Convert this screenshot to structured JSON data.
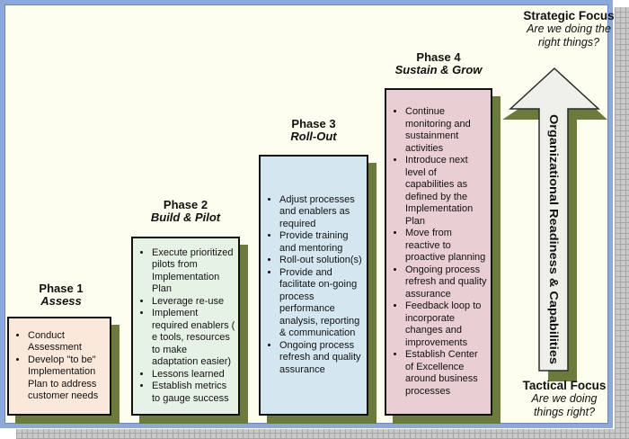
{
  "diagram": {
    "phases": [
      {
        "title": "Phase 1",
        "subtitle": "Assess",
        "fill": "#fae8db",
        "bullets": [
          "Conduct Assessment",
          "Develop \"to be\" Implementation Plan to address customer needs"
        ]
      },
      {
        "title": "Phase 2",
        "subtitle": "Build & Pilot",
        "fill": "#e7f2e7",
        "bullets": [
          "Execute prioritized pilots from Implementation Plan",
          "Leverage re-use",
          "Implement required enablers ( e tools, resources to make adaptation easier)",
          "Lessons learned",
          "Establish metrics to gauge success"
        ]
      },
      {
        "title": "Phase 3",
        "subtitle": "Roll-Out",
        "fill": "#d4e7f0",
        "bullets": [
          "Adjust processes and enablers as required",
          "Provide training and mentoring",
          "Roll-out solution(s)",
          "Provide and facilitate on-going process performance analysis, reporting & communication",
          "Ongoing process refresh and quality assurance"
        ]
      },
      {
        "title": "Phase 4",
        "subtitle": "Sustain & Grow",
        "fill": "#e9cfd3",
        "bullets": [
          "Continue monitoring and sustainment activities",
          "Introduce next level of capabilities as defined by the Implementation Plan",
          "Move from reactive to proactive planning",
          "Ongoing process refresh and quality assurance",
          "Feedback loop to incorporate changes and improvements",
          "Establish Center of Excellence around business processes"
        ]
      }
    ],
    "strategic_focus": {
      "title": "Strategic Focus",
      "line1": "Are we doing the",
      "line2": "right things?"
    },
    "tactical_focus": {
      "title": "Tactical Focus",
      "line1": "Are we doing",
      "line2": "things right?"
    },
    "arrow_label": "Organizational Readiness & Capabilities",
    "colors": {
      "background_cream": "#fdfeef",
      "frame_blue": "#8ea8d8",
      "shadow_olive": "#6b7b3c",
      "arrow_fill": "#f0f0eb",
      "phase1_fill": "#fae8db",
      "phase2_fill": "#e7f2e7",
      "phase3_fill": "#d4e7f0",
      "phase4_fill": "#e9cfd3"
    }
  }
}
